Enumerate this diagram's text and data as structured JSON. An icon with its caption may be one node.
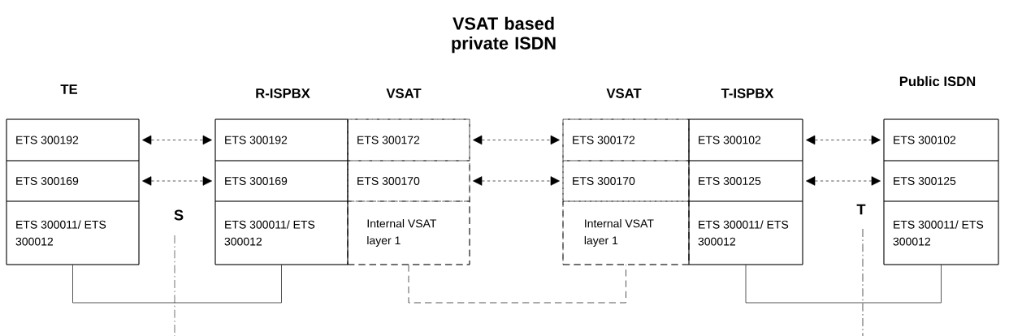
{
  "diagram": {
    "title": "VSAT based private ISDN",
    "nodes": [
      {
        "text": [
          "TE"
        ]
      },
      {
        "text": [
          "ETS 300192"
        ],
        "in": 0
      },
      {
        "text": [
          "ETS 300169"
        ],
        "in": 0
      },
      {
        "text": [
          "ETS 300011/ ETS 300012"
        ],
        "in": 0
      },
      {
        "text": [
          "R-ISPBX"
        ]
      },
      {
        "text": [
          "ETS 300192"
        ],
        "in": 4
      },
      {
        "text": [
          "ETS 300169"
        ],
        "in": 4
      },
      {
        "text": [
          "ETS 300011/ ETS 300012"
        ],
        "in": 4
      },
      {
        "text": [
          "VSAT"
        ]
      },
      {
        "text": [
          "ETS 300172"
        ],
        "in": 8
      },
      {
        "text": [
          "ETS 300170"
        ],
        "in": 8
      },
      {
        "text": [
          "Internal VSAT layer 1"
        ],
        "in": 8
      },
      {
        "text": [
          "VSAT"
        ]
      },
      {
        "text": [
          "ETS 300172"
        ],
        "in": 12
      },
      {
        "text": [
          "ETS 300170"
        ],
        "in": 12
      },
      {
        "text": [
          "Internal VSAT layer 1"
        ],
        "in": 12
      },
      {
        "text": [
          "T-ISPBX"
        ]
      },
      {
        "text": [
          "ETS 300102"
        ],
        "in": 16
      },
      {
        "text": [
          "ETS 300125"
        ],
        "in": 16
      },
      {
        "text": [
          "ETS 300011/ ETS 300012"
        ],
        "in": 16
      },
      {
        "text": [
          "Public ISDN"
        ]
      },
      {
        "text": [
          "ETS 300102"
        ],
        "in": 20
      },
      {
        "text": [
          "ETS 300125"
        ],
        "in": 20
      },
      {
        "text": [
          "ETS 300011/ ETS 300012"
        ],
        "in": 20
      }
    ],
    "edges": [
      {
        "from": 1,
        "to": 5,
        "arrow": "both",
        "style": "dashed"
      },
      {
        "from": 2,
        "to": 6,
        "arrow": "both",
        "style": "dashed"
      },
      {
        "from": 9,
        "to": 13,
        "arrow": "both",
        "style": "dashed"
      },
      {
        "from": 10,
        "to": 14,
        "arrow": "both",
        "style": "dashed"
      },
      {
        "from": 17,
        "to": 21,
        "arrow": "both",
        "style": "dashed"
      },
      {
        "from": 18,
        "to": 22,
        "arrow": "both",
        "style": "dashed"
      },
      {
        "from": 3,
        "to": 7,
        "arrow": "none"
      },
      {
        "from": 11,
        "to": 15,
        "arrow": "none",
        "style": "dashed"
      },
      {
        "from": 19,
        "to": 23,
        "arrow": "none"
      }
    ],
    "labels": [
      "S",
      "T"
    ]
  }
}
